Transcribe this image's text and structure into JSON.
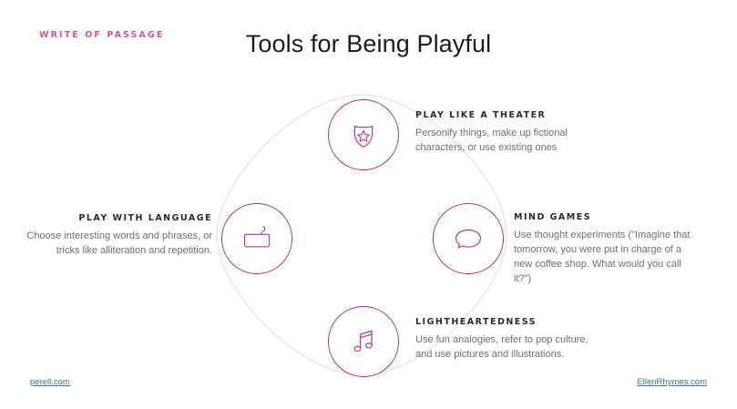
{
  "header": {
    "brand": "Write of Passage",
    "title": "Tools for Being Playful"
  },
  "colors": {
    "brand_pink": "#d4549e",
    "accent_magenta": "#a8308f",
    "icon_gradient_start": "#8d3bb0",
    "icon_gradient_end": "#e0457f",
    "connector_gray": "#e6e6e6",
    "link_blue": "#3b6fc4",
    "heading_dark": "#2b2b2b",
    "body_gray": "#6f6f6f"
  },
  "nodes": [
    {
      "id": "theater",
      "icon": "theater-mask-shield-star-icon",
      "label": "PLAY LIKE A THEATER",
      "description": "Personify things, make up fictional characters, or use existing ones"
    },
    {
      "id": "language",
      "icon": "keyboard-icon",
      "label": "PLAY WITH LANGUAGE",
      "description": "Choose interesting words and phrases, or tricks like alliteration and repetition."
    },
    {
      "id": "mind",
      "icon": "speech-bubble-icon",
      "label": "MIND GAMES",
      "description": "Use thought experiments (\"Imagine that tomorrow, you were put in charge of a new coffee shop. What would you call it?\")"
    },
    {
      "id": "lightheartedness",
      "icon": "music-notes-icon",
      "label": "LIGHTHEARTEDNESS",
      "description": "Use fun analogies, refer to pop culture, and use pictures and illustrations."
    }
  ],
  "footer": {
    "left_link": "perell.com",
    "right_link": "EllenRhymes.com"
  }
}
